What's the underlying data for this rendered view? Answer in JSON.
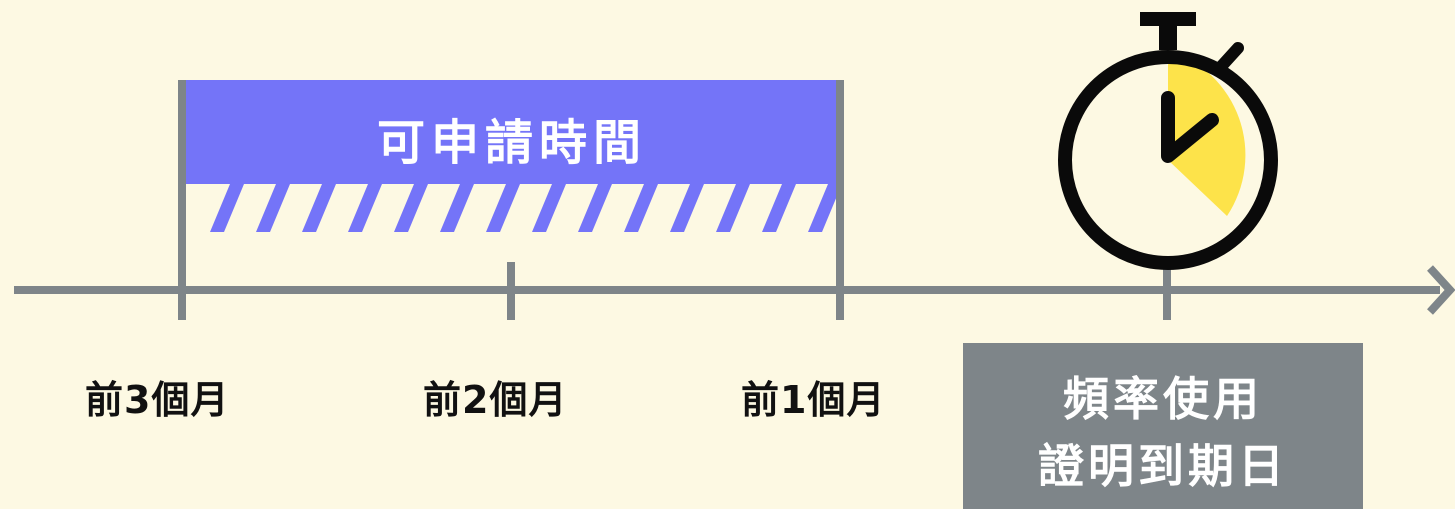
{
  "band": {
    "title": "可申請時間"
  },
  "axis": {
    "labels": [
      "前3個月",
      "前2個月",
      "前1個月"
    ]
  },
  "deadline": {
    "line1": "頻率使用",
    "line2": "證明到期日"
  },
  "colors": {
    "background": "#fdf9e3",
    "band": "#7474f8",
    "axis": "#7e8589",
    "deadline_box": "#7e8589",
    "stopwatch_fill": "#fde34a",
    "stopwatch_stroke": "#0a0a0a"
  },
  "icons": [
    "stopwatch-icon",
    "arrow-right-icon"
  ]
}
